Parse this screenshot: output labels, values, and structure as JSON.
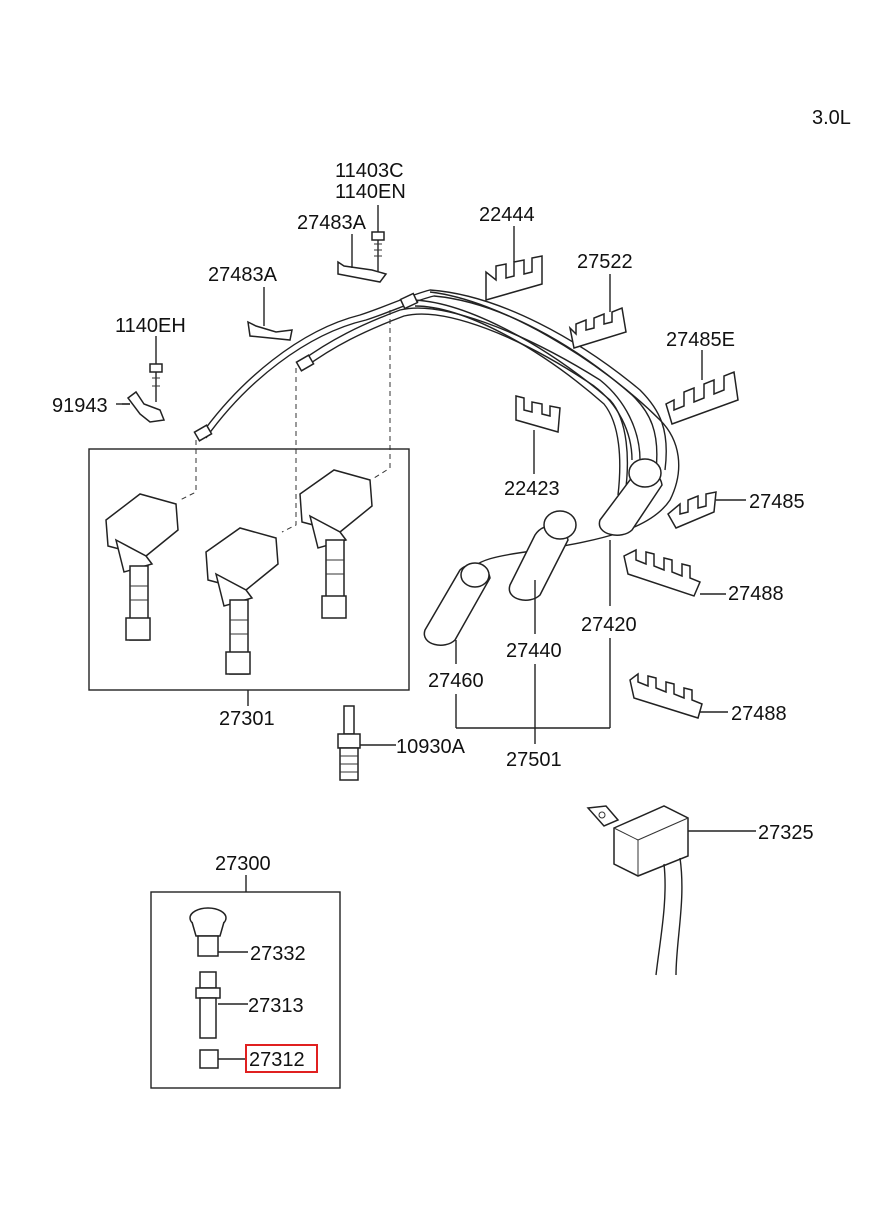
{
  "engine_label": "3.0L",
  "highlight_color": "#e02020",
  "part_labels": {
    "p11403C": "11403C",
    "p1140EN": "1140EN",
    "p27483A_top": "27483A",
    "p22444": "22444",
    "p27522": "27522",
    "p27483A_left": "27483A",
    "p1140EH": "1140EH",
    "p27485E": "27485E",
    "p91943": "91943",
    "p22423": "22423",
    "p27485": "27485",
    "p27488_upper": "27488",
    "p27420": "27420",
    "p27440": "27440",
    "p27460": "27460",
    "p27488_lower": "27488",
    "p27301": "27301",
    "p10930A": "10930A",
    "p27501": "27501",
    "p27325": "27325",
    "p27300": "27300",
    "p27332": "27332",
    "p27313": "27313",
    "p27312": "27312"
  }
}
